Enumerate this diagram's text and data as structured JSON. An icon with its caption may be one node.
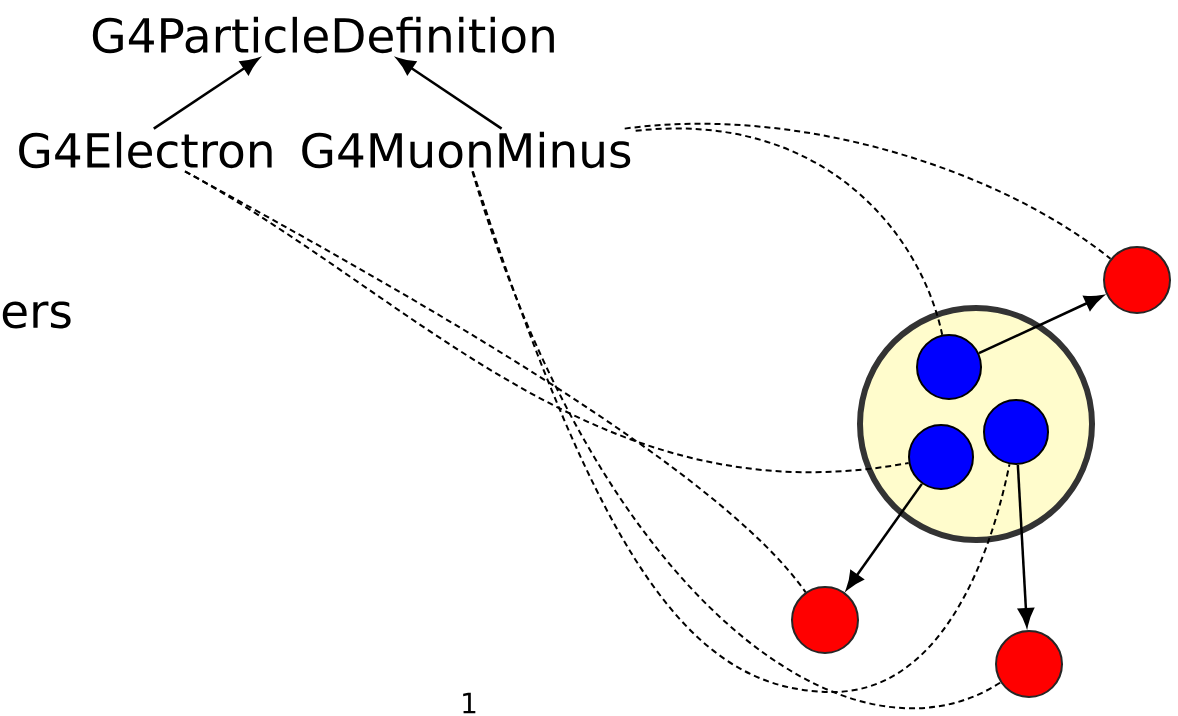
{
  "diagram": {
    "nodes": [
      {
        "text": [
          "G4ParticleDefinition"
        ]
      },
      {
        "text": [
          "G4Electron"
        ]
      },
      {
        "text": [
          "G4MuonMinus"
        ]
      },
      {
        "text": [],
        "shape": "circle"
      },
      {
        "text": [],
        "shape": "circle",
        "in": 3
      },
      {
        "text": [],
        "shape": "circle",
        "in": 3
      },
      {
        "text": [],
        "shape": "circle",
        "in": 3
      },
      {
        "text": [],
        "shape": "circle"
      },
      {
        "text": [],
        "shape": "circle"
      },
      {
        "text": [],
        "shape": "circle"
      }
    ],
    "edges": [
      {
        "from": 1,
        "to": 0,
        "arrow": "to"
      },
      {
        "from": 2,
        "to": 0,
        "arrow": "to"
      },
      {
        "from": 4,
        "to": 7,
        "arrow": "to"
      },
      {
        "from": 6,
        "to": 8,
        "arrow": "to"
      },
      {
        "from": 5,
        "to": 9,
        "arrow": "to"
      },
      {
        "from": 2,
        "to": 7,
        "arrow": "none",
        "style": "dashed"
      },
      {
        "from": 2,
        "to": 4,
        "arrow": "none",
        "style": "dashed"
      },
      {
        "from": 1,
        "to": 6,
        "arrow": "none",
        "style": "dashed"
      },
      {
        "from": 1,
        "to": 8,
        "arrow": "none",
        "style": "dashed"
      },
      {
        "from": 2,
        "to": 9,
        "arrow": "none",
        "style": "dashed"
      },
      {
        "from": 2,
        "to": 5,
        "arrow": "none",
        "style": "dashed"
      }
    ],
    "labels": [
      "ers",
      "1"
    ]
  }
}
